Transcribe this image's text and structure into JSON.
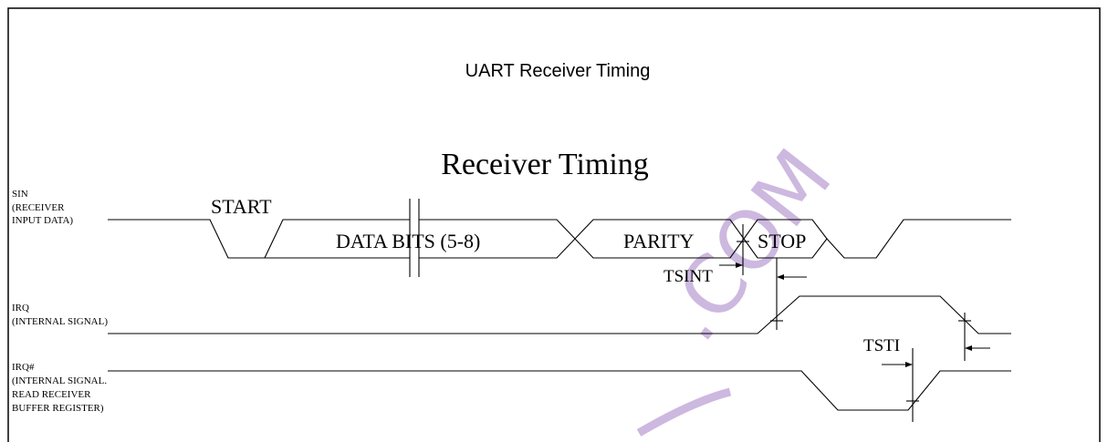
{
  "figure_caption": "UART Receiver Timing",
  "diagram_title": "Receiver Timing",
  "signals": {
    "sin": [
      "SIN",
      "(RECEIVER",
      "INPUT DATA)"
    ],
    "irq": [
      "IRQ",
      "(INTERNAL SIGNAL)"
    ],
    "irq_n": [
      "IRQ#",
      "(INTERNAL SIGNAL.",
      "READ RECEIVER",
      "BUFFER REGISTER)"
    ]
  },
  "fields": {
    "start": "START",
    "data_bits": "DATA BITS (5-8)",
    "parity": "PARITY",
    "stop": "STOP"
  },
  "timing_params": {
    "tsint": "TSINT",
    "tsti": "TSTI"
  },
  "watermark": {
    "text": ".COM",
    "color": "#cdb8df"
  }
}
